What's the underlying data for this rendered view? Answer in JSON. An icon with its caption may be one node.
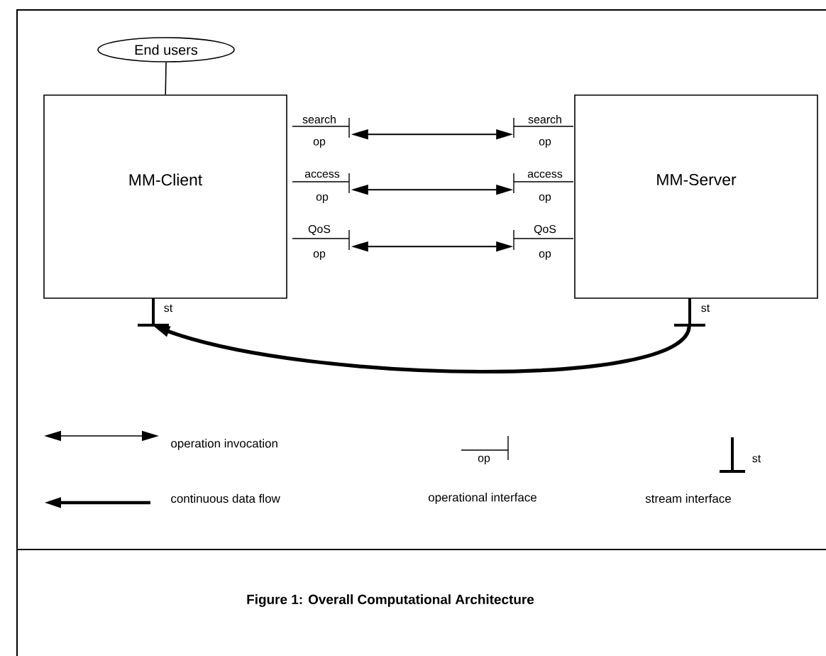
{
  "diagram": {
    "caption": "Figure 1: Overall Computational Architecture",
    "nodes": [
      {
        "text": [
          "End users"
        ]
      },
      {
        "text": [
          "MM-Client"
        ],
        "beside": [
          "st"
        ]
      },
      {
        "text": [
          "MM-Server"
        ],
        "beside": [
          "st"
        ]
      }
    ],
    "edges": [
      {
        "from": 0,
        "to": 1,
        "arrow": "none"
      },
      {
        "from": 1,
        "to": 2,
        "arrow": "both"
      },
      {
        "from": 1,
        "to": 2,
        "arrow": "both"
      },
      {
        "from": 1,
        "to": 2,
        "arrow": "both"
      },
      {
        "from": 2,
        "to": 1,
        "arrow": "to",
        "style": "thick"
      }
    ],
    "labels": [
      "search",
      "search",
      "op",
      "op",
      "access",
      "access",
      "op",
      "op",
      "QoS",
      "QoS",
      "op",
      "op",
      "op",
      "st"
    ],
    "legend": [
      {
        "text": "operation invocation"
      },
      {
        "text": "continuous data flow"
      },
      {
        "text": "operational interface"
      },
      {
        "text": "stream interface"
      }
    ]
  }
}
